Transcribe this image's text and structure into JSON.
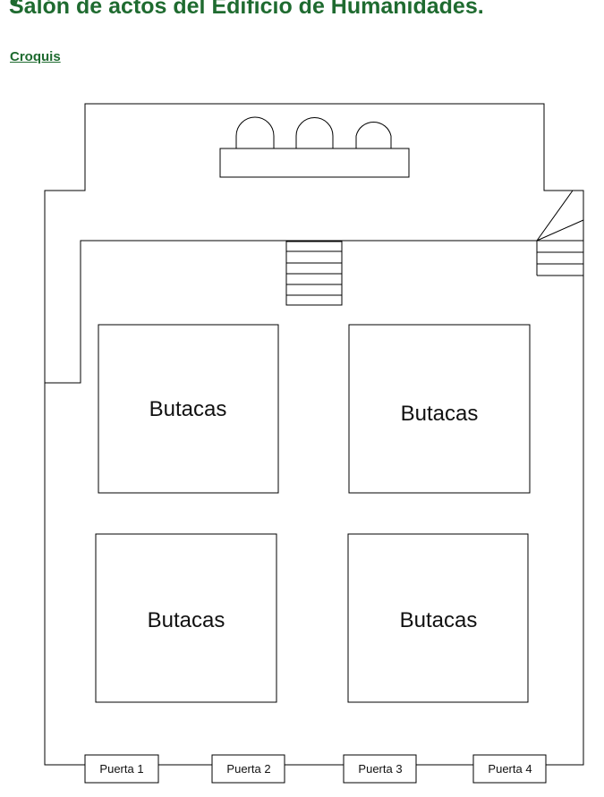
{
  "header": {
    "title_partial": "y",
    "title": "Salón de actos del Edificio de Humanidades.",
    "croquis_link": "Croquis"
  },
  "plan": {
    "seating": [
      {
        "label": "Butacas"
      },
      {
        "label": "Butacas"
      },
      {
        "label": "Butacas"
      },
      {
        "label": "Butacas"
      }
    ],
    "doors": [
      {
        "label": "Puerta 1"
      },
      {
        "label": "Puerta 2"
      },
      {
        "label": "Puerta 3"
      },
      {
        "label": "Puerta 4"
      }
    ]
  },
  "colors": {
    "heading": "#1f6b30",
    "lines": "#000000"
  }
}
